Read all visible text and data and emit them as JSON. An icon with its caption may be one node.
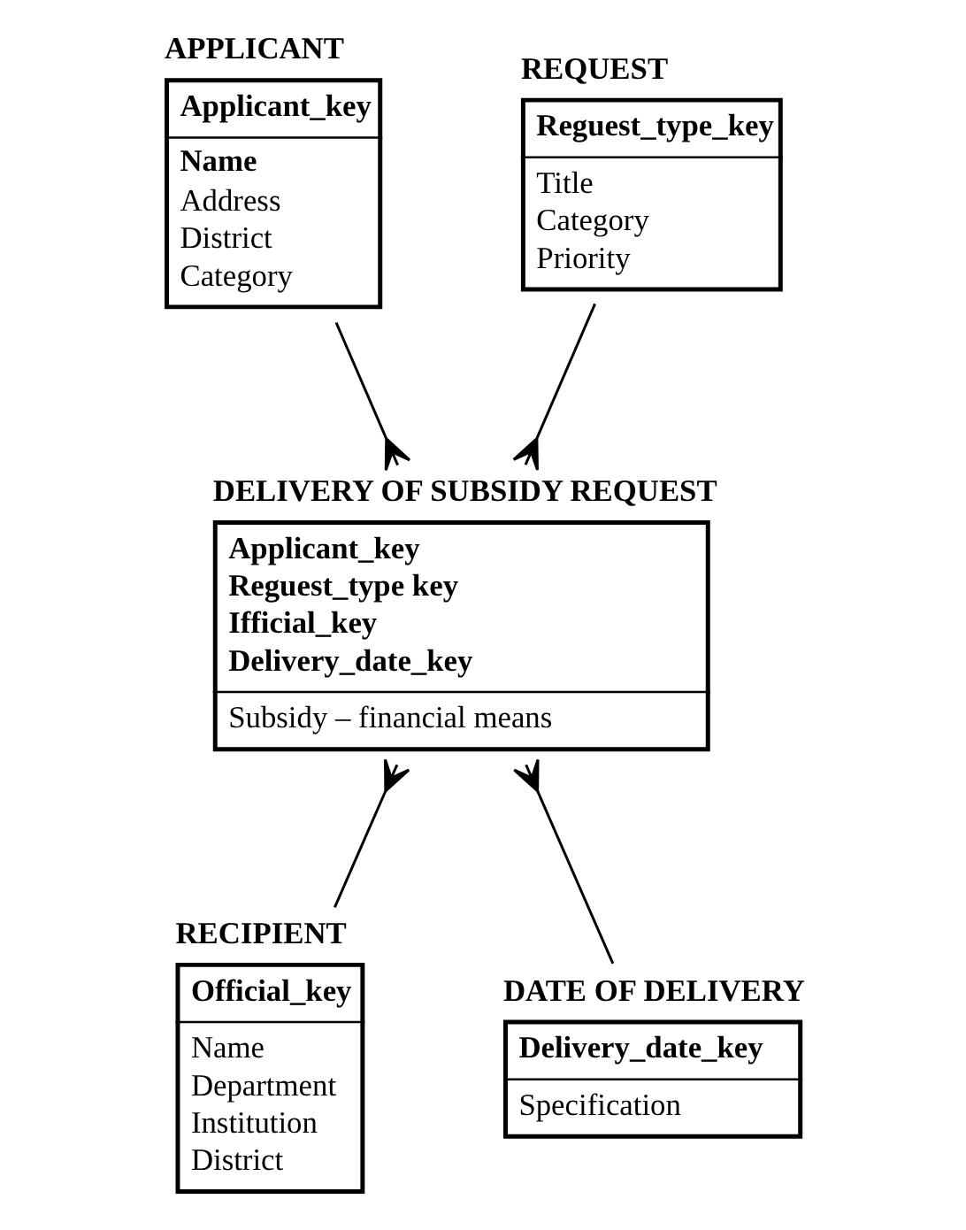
{
  "diagram": {
    "nodes": [
      {
        "text": [
          "APPLICANT",
          "Applicant_key",
          "Name",
          "Address",
          "District",
          "Category"
        ]
      },
      {
        "text": [
          "REQUEST",
          "Reguest_type_key",
          "Title",
          "Category",
          "Priority"
        ]
      },
      {
        "text": [
          "DELIVERY OF SUBSIDY REQUEST",
          "Applicant_key",
          "Reguest_type key",
          "Ifficial_key",
          "Delivery_date_key",
          "Subsidy – financial means"
        ]
      },
      {
        "text": [
          "RECIPIENT",
          "Official_key",
          "Name",
          "Department",
          "Institution",
          "District"
        ]
      },
      {
        "text": [
          "DATE OF DELIVERY",
          "Delivery_date_key",
          "Specification"
        ]
      }
    ],
    "edges": [
      {
        "from": 0,
        "to": 2,
        "arrow": "other"
      },
      {
        "from": 1,
        "to": 2,
        "arrow": "other"
      },
      {
        "from": 3,
        "to": 2,
        "arrow": "other"
      },
      {
        "from": 4,
        "to": 2,
        "arrow": "other"
      }
    ]
  }
}
